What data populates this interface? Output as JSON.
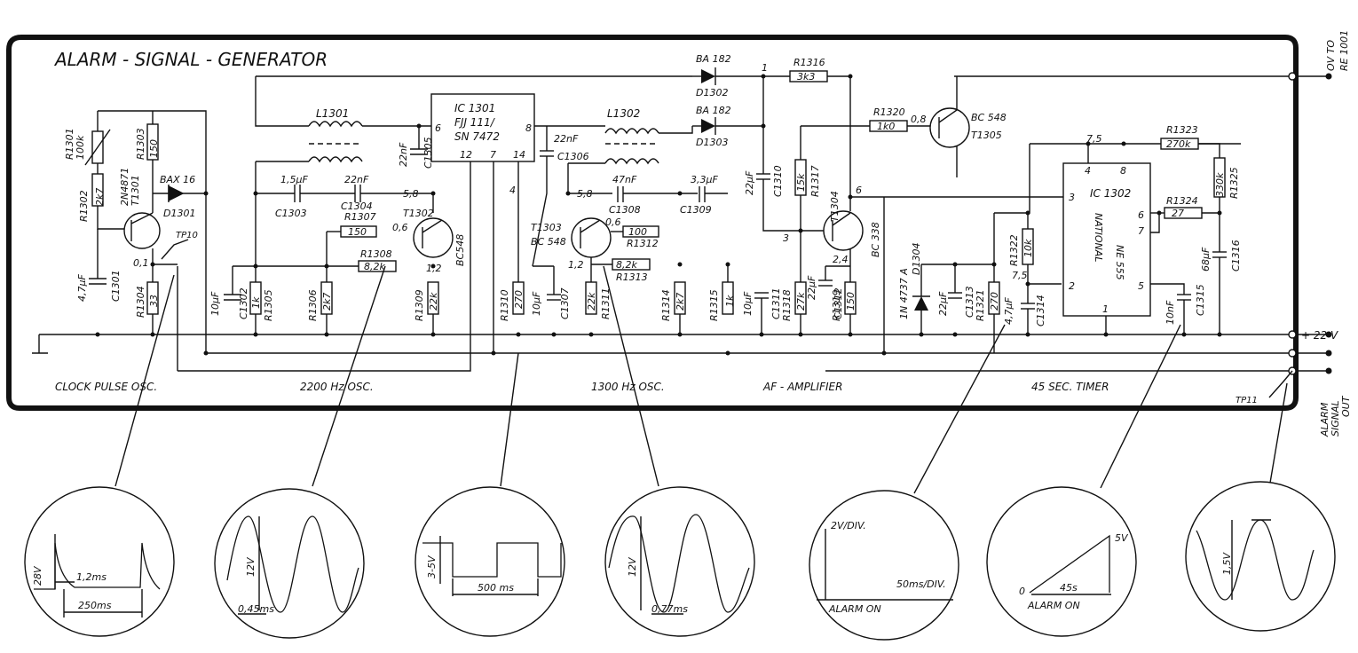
{
  "title": "ALARM - SIGNAL - GENERATOR",
  "sections": {
    "clock": "CLOCK PULSE OSC.",
    "osc2200": "2200 Hz OSC.",
    "osc1300": "1300 Hz OSC.",
    "af": "AF - AMPLIFIER",
    "timer": "45 SEC. TIMER"
  },
  "terminals": {
    "ov": "OV TO",
    "re": "RE 1001",
    "v22": "+ 22 V",
    "alarm_out_1": "ALARM",
    "alarm_out_2": "SIGNAL",
    "alarm_out_3": "OUT",
    "tp11": "TP11",
    "tp10": "TP10"
  },
  "parts": {
    "r1301": "R1301",
    "r1301v": "100k",
    "r1302": "R1302",
    "r1302v": "2k7",
    "r1303": "R1303",
    "r1303v": "150",
    "t1301": "T1301",
    "t1301t": "2N4871",
    "d1301": "D1301",
    "d1301t": "BAX 16",
    "c1301": "C1301",
    "c1301v": "4,7μF",
    "r1304": "R1304",
    "r1304v": "33",
    "l1301": "L1301",
    "l1302": "L1302",
    "ic1301": "IC 1301",
    "ic1301t1": "FJJ 111/",
    "ic1301t2": "SN 7472",
    "ic_p6": "6",
    "ic_p8": "8",
    "ic_p12": "12",
    "ic_p7": "7",
    "ic_p14": "14",
    "c1305": "C1305",
    "c1305v": "22nF",
    "c1306": "C1306",
    "c1306v": "22nF",
    "c1303": "C1303",
    "c1303v": "1,5μF",
    "c1304": "C1304",
    "c1304v": "22nF",
    "r1307": "R1307",
    "r1307v": "150",
    "r1308": "R1308",
    "r1308v": "8,2k",
    "t1302": "T1302",
    "t1302t": "BC548",
    "c1302": "C1302",
    "c1302v": "10μF",
    "r1305": "R1305",
    "r1305v": "1k",
    "r1306": "R1306",
    "r1306v": "2k7",
    "r1309": "R1309",
    "r1309v": "22k",
    "t1303": "T1303",
    "t1303t": "BC 548",
    "c1308": "C1308",
    "c1308v": "47nF",
    "c1309": "C1309",
    "c1309v": "3,3μF",
    "r1312": "R1312",
    "r1312v": "100",
    "r1313": "R1313",
    "r1313v": "8,2k",
    "r1310": "R1310",
    "r1310v": "270",
    "c1307": "C1307",
    "c1307v": "10μF",
    "r1311": "R1311",
    "r1311v": "22k",
    "r1314": "R1314",
    "r1314v": "2k7",
    "r1315": "R1315",
    "r1315v": "1k",
    "c1311": "C1311",
    "c1311v": "10μF",
    "d1302": "D1302",
    "d1302t": "BA 182",
    "d1303": "D1303",
    "d1303t": "BA 182",
    "r1316": "R1316",
    "r1316v": "3k3",
    "c1310": "C1310",
    "c1310v": "22μF",
    "r1317": "R1317",
    "r1317v": "15k",
    "t1304": "T1304",
    "t1304t": "BC 338",
    "r1318": "R1318",
    "r1318v": "27k",
    "c1312": "C1312",
    "c1312v": "22μF",
    "r1319": "R1319",
    "r1319v": "150",
    "r1320": "R1320",
    "r1320v": "1k0",
    "t1305": "T1305",
    "t1305t": "BC 548",
    "d1304": "D1304",
    "d1304t": "1N 4737 A",
    "c1313": "C1313",
    "c1313v": "22μF",
    "r1321": "R1321",
    "r1321v": "270",
    "r1322": "R1322",
    "r1322v": "10k",
    "c1314": "C1314",
    "c1314v": "4,7μF",
    "ic1302": "IC 1302",
    "ic1302t1": "NATIONAL",
    "ic1302t2": "NE 555",
    "p4": "4",
    "p8": "8",
    "p3": "3",
    "p6": "6",
    "p7": "7",
    "p2": "2",
    "p5": "5",
    "p1": "1",
    "r1323": "R1323",
    "r1323v": "270k",
    "r1324": "R1324",
    "r1324v": "27",
    "r1325": "R1325",
    "r1325v": "330k",
    "c1315": "C1315",
    "c1315v": "10nF",
    "c1316": "C1316",
    "c1316v": "68μF"
  },
  "voltages": {
    "v01": "0,1",
    "v58a": "5,8",
    "v06a": "0,6",
    "v12a": "1,2",
    "v58b": "5,8",
    "v06b": "0,6",
    "v12b": "1,2",
    "v1": "1",
    "v3": "3",
    "v6": "6",
    "v24": "2,4",
    "v08": "0,8",
    "v75a": "7,5",
    "v75b": "7,5",
    "n4": "4"
  },
  "scopes": {
    "s1_amp": "28V",
    "s1_w": "1,2ms",
    "s1_t": "250ms",
    "s2_amp": "12V",
    "s2_t": "0,45ms",
    "s3_amp": "3-5V",
    "s3_t": "500 ms",
    "s4_amp": "12V",
    "s4_t": "0,77ms",
    "s5_y": "2V/DIV.",
    "s5_x": "50ms/DIV.",
    "s5_label": "ALARM ON",
    "s6_top": "5V",
    "s6_zero": "0",
    "s6_t": "45s",
    "s6_label": "ALARM ON",
    "s7_amp": "1,5V"
  }
}
